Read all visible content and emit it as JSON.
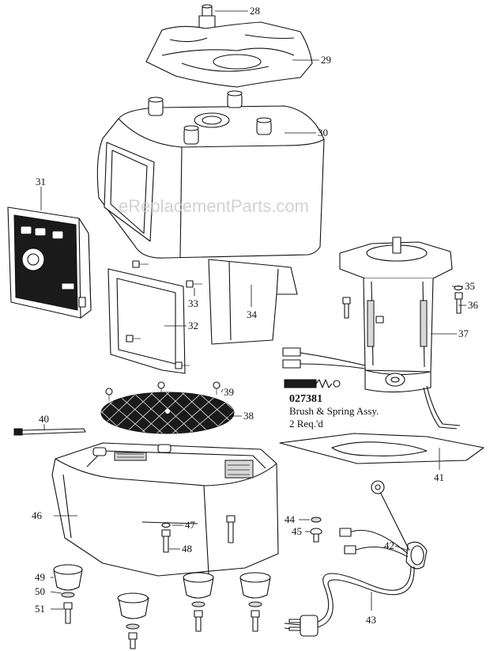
{
  "watermark": "eReplacementParts.com",
  "callouts": {
    "brush_part_number": "027381",
    "brush_description": "Brush & Spring Assy.",
    "brush_quantity": "2 Req.'d"
  },
  "labels": {
    "p28": "28",
    "p29": "29",
    "p30": "30",
    "p31": "31",
    "p32": "32",
    "p33": "33",
    "p34": "34",
    "p35": "35",
    "p36": "36",
    "p37": "37",
    "p38": "38",
    "p39": "39",
    "p40": "40",
    "p41": "41",
    "p42": "42",
    "p43": "43",
    "p44": "44",
    "p45": "45",
    "p46": "46",
    "p47": "47",
    "p48": "48",
    "p49": "49",
    "p50": "50",
    "p51": "51"
  }
}
